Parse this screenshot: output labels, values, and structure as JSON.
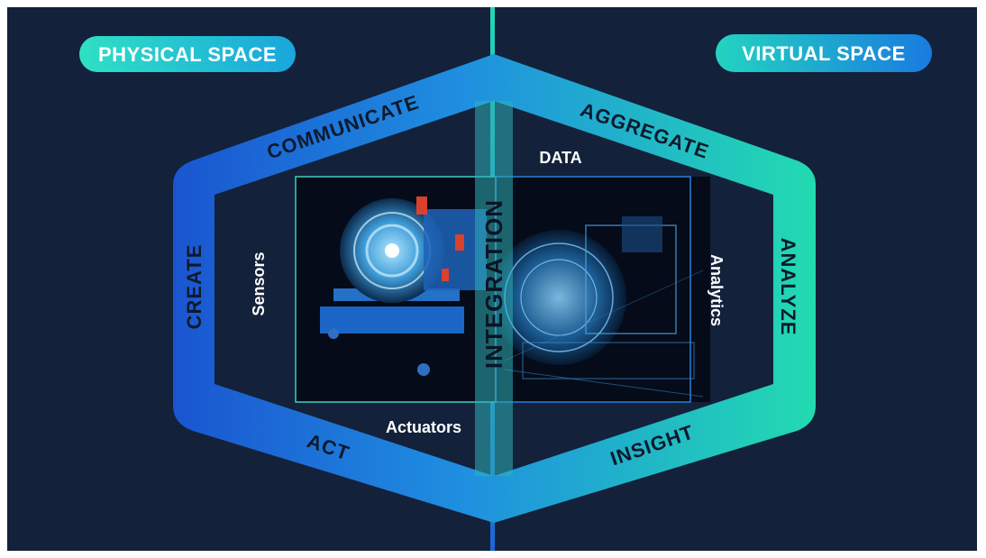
{
  "physical_space_label": "PHYSICAL SPACE",
  "virtual_space_label": "VIRTUAL SPACE",
  "ring_labels": {
    "communicate": "COMMUNICATE",
    "aggregate": "AGGREGATE",
    "create": "CREATE",
    "analyze": "ANALYZE",
    "act": "ACT",
    "insight": "INSIGHT"
  },
  "inner_labels": {
    "data": "DATA",
    "sensors": "Sensors",
    "analytics": "Analytics",
    "actuators": "Actuators"
  },
  "integration_label": "INTEGRATION",
  "colors": {
    "background": "#13213a",
    "frame": "#ffffff",
    "physical_blue": "#1c66d6",
    "virtual_teal": "#23d6b4",
    "pill_physical": "#27d0c8",
    "pill_virtual": "#1e8fe0"
  }
}
